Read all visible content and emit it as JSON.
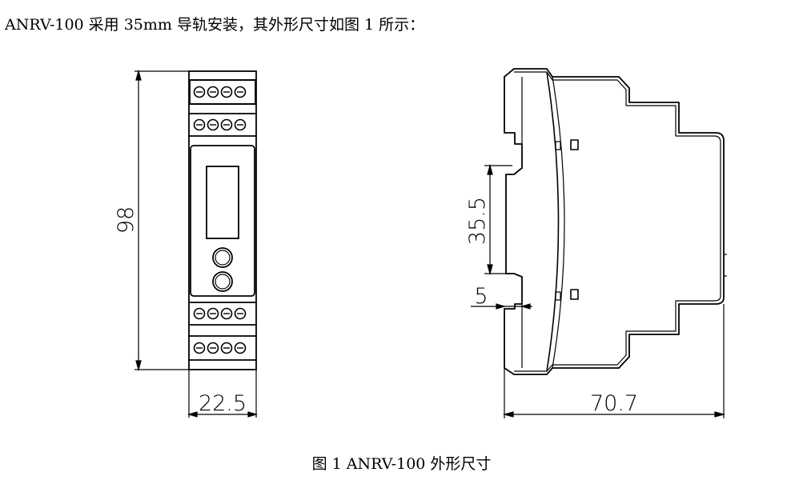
{
  "document": {
    "intro_text": "ANRV-100 采用 35mm 导轨安装，其外形尺寸如图 1 所示：",
    "figure_caption": "图 1 ANRV-100 外形尺寸"
  },
  "figure": {
    "front_view": {
      "height_label": "98",
      "width_label": "22.5"
    },
    "side_view": {
      "rail_label": "35.5",
      "offset_label": "5",
      "depth_label": "70.7"
    }
  }
}
